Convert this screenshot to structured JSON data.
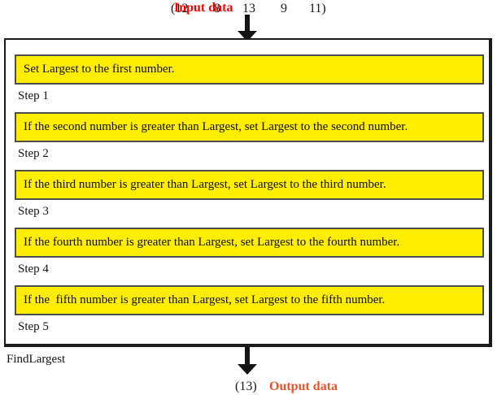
{
  "input": {
    "numbers": [
      "(12",
      "8",
      "13",
      "9",
      "11)"
    ],
    "label": "Input data",
    "color": "#fe0000"
  },
  "output": {
    "value": "(13)",
    "label": "Output data",
    "color": "#e8542a"
  },
  "algorithm": {
    "name": "FindLargest",
    "box_fill": "#ffee00",
    "box_border": "#4c4c4c",
    "outer_border": "#1b1b1b",
    "steps": [
      {
        "text": "Set Largest to the first number.",
        "label": "Step 1"
      },
      {
        "text": "If the second number is greater than Largest, set Largest to the second number.",
        "label": "Step 2"
      },
      {
        "text": "If the third number is greater than Largest, set Largest to the third number.",
        "label": "Step 3"
      },
      {
        "text": "If the fourth number is greater than Largest, set Largest to the fourth number.",
        "label": "Step 4"
      },
      {
        "text": "If the  fifth number is greater than Largest, set Largest to the fifth number.",
        "label": "Step 5"
      }
    ]
  },
  "arrows": {
    "input_arrow": "down-arrow-icon",
    "output_arrow": "down-arrow-icon"
  }
}
